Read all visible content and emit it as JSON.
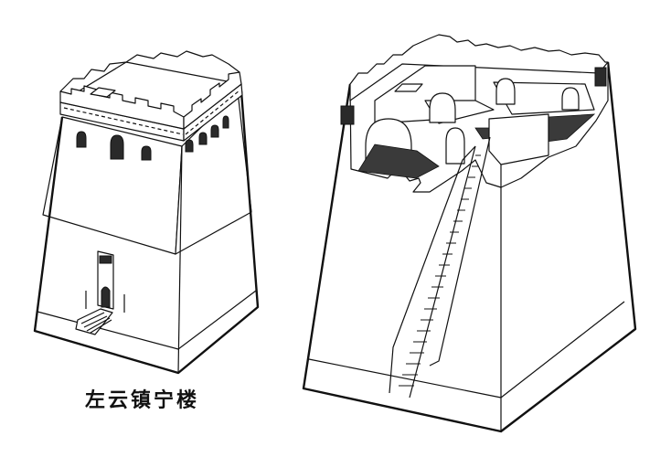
{
  "caption": {
    "text": "左云镇宁楼"
  },
  "illustrations": [
    {
      "id": "exterior-view",
      "description": "Exterior view of watchtower with crenellated parapet, arched windows, door and entry stair"
    },
    {
      "id": "cutaway-view",
      "description": "Cutaway view of watchtower showing interior arched chambers, dark floor and internal staircase"
    }
  ],
  "colors": {
    "background": "#ffffff",
    "ink": "#111111"
  }
}
